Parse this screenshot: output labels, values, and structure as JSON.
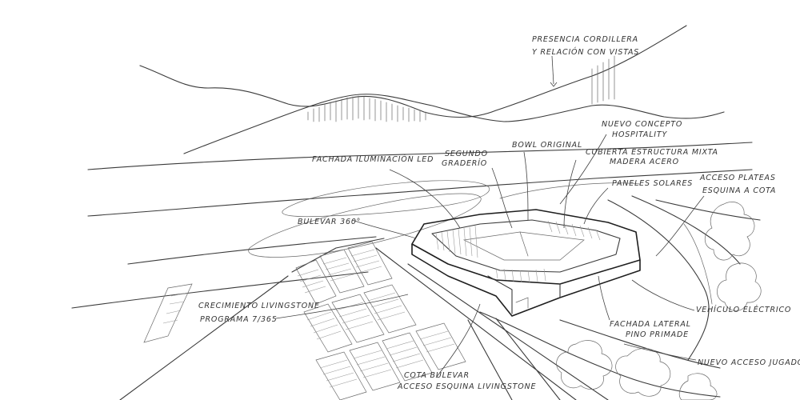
{
  "annotations": {
    "cordillera_1": "PRESENCIA CORDILLERA",
    "cordillera_2": "Y RELACIÓN CON VISTAS",
    "hospitality_1": "NUEVO CONCEPTO",
    "hospitality_2": "HOSPITALITY",
    "fachada_led": "FACHADA ILUMINACIÓN LED",
    "graderio_1": "SEGUNDO",
    "graderio_2": "GRADERÍO",
    "bowl": "BOWL ORIGINAL",
    "cubierta_1": "CUBIERTA ESTRUCTURA MIXTA",
    "cubierta_2": "MADERA ACERO",
    "paneles": "PANELES SOLARES",
    "acceso_plateas_1": "ACCESO PLATEAS",
    "acceso_plateas_2": "ESQUINA A COTA",
    "bulevar": "BULEVAR 360°",
    "crecimiento_1": "CRECIMIENTO LIVINGSTONE",
    "crecimiento_2": "PROGRAMA 7/365",
    "vehiculo": "VEHÍCULO ELÉCTRICO",
    "fachada_lateral_1": "FACHADA LATERAL",
    "fachada_lateral_2": "PINO PRIMADE",
    "acceso_jugadores": "NUEVO ACCESO JUGADORES",
    "cota_1": "COTA BULEVAR",
    "cota_2": "ACCESO ESQUINA LIVINGSTONE"
  },
  "colors": {
    "ink": "#333333",
    "paper": "#ffffff",
    "hatch": "#9a9a9a"
  }
}
